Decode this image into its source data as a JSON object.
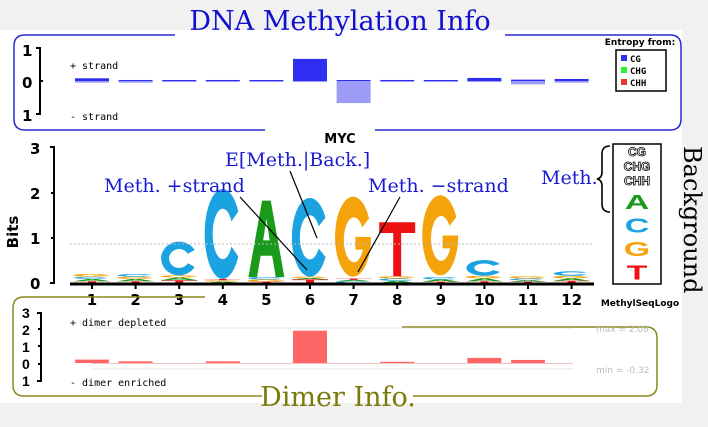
{
  "titles": {
    "methylation_box": "DNA Methylation Info",
    "dimer_box": "Dimer Info.",
    "logo_title": "MYC",
    "software": "MethylSeqLogo",
    "background": "Background",
    "meth_legend": "Meth."
  },
  "annotations": {
    "expectation": "E[Meth.|Back.]",
    "plus_strand": "Meth. +strand",
    "minus_strand": "Meth. −strand"
  },
  "methylation": {
    "plus_label": "+ strand",
    "minus_label": "- strand",
    "y_ticks": [
      "1",
      "0",
      "1"
    ],
    "plus_values": [
      0.08,
      0.03,
      0.0,
      0.03,
      0.0,
      0.65,
      0.0,
      0.03,
      0.0,
      0.09,
      0.04,
      0.06
    ],
    "minus_values": [
      0.05,
      0.05,
      0.02,
      0.0,
      0.02,
      0.0,
      0.65,
      0.0,
      0.02,
      0.0,
      0.1,
      0.05
    ],
    "plus_color": "#2e2ef0",
    "minus_color": "#9c9cf6",
    "legend_title": "Entropy from:",
    "legend": [
      {
        "label": "CG",
        "color": "#3030ee"
      },
      {
        "label": "CHG",
        "color": "#33ee33"
      },
      {
        "label": "CHH",
        "color": "#ee3333"
      }
    ]
  },
  "logo": {
    "ylabel": "Bits",
    "y_ticks": [
      "0",
      "1",
      "2",
      "3"
    ],
    "positions": [
      "1",
      "2",
      "3",
      "4",
      "5",
      "6",
      "7",
      "8",
      "9",
      "10",
      "11",
      "12"
    ],
    "colors": {
      "A": "#1a9a1a",
      "C": "#1aa3e0",
      "G": "#f5a30a",
      "T": "#ee1111"
    },
    "stacks": [
      [
        [
          "T",
          0.04
        ],
        [
          "A",
          0.05
        ],
        [
          "C",
          0.05
        ],
        [
          "G",
          0.06
        ]
      ],
      [
        [
          "T",
          0.04
        ],
        [
          "A",
          0.05
        ],
        [
          "G",
          0.05
        ],
        [
          "C",
          0.06
        ]
      ],
      [
        [
          "T",
          0.06
        ],
        [
          "A",
          0.06
        ],
        [
          "G",
          0.05
        ],
        [
          "C",
          0.75
        ]
      ],
      [
        [
          "A",
          0.03
        ],
        [
          "G",
          0.03
        ],
        [
          "T",
          0.03
        ],
        [
          "C",
          2.0
        ]
      ],
      [
        [
          "T",
          0.03
        ],
        [
          "G",
          0.05
        ],
        [
          "C",
          0.05
        ],
        [
          "A",
          1.7
        ]
      ],
      [
        [
          "T",
          0.08
        ],
        [
          "A",
          0.03
        ],
        [
          "G",
          0.03
        ],
        [
          "C",
          1.75
        ]
      ],
      [
        [
          "C",
          0.04
        ],
        [
          "A",
          0.03
        ],
        [
          "T",
          0.03
        ],
        [
          "G",
          1.78
        ]
      ],
      [
        [
          "A",
          0.05
        ],
        [
          "C",
          0.05
        ],
        [
          "G",
          0.05
        ],
        [
          "T",
          1.2
        ]
      ],
      [
        [
          "T",
          0.03
        ],
        [
          "A",
          0.05
        ],
        [
          "C",
          0.05
        ],
        [
          "G",
          1.78
        ]
      ],
      [
        [
          "T",
          0.04
        ],
        [
          "A",
          0.06
        ],
        [
          "G",
          0.06
        ],
        [
          "C",
          0.35
        ]
      ],
      [
        [
          "T",
          0.03
        ],
        [
          "A",
          0.03
        ],
        [
          "C",
          0.04
        ],
        [
          "G",
          0.05
        ]
      ],
      [
        [
          "T",
          0.05
        ],
        [
          "A",
          0.05
        ],
        [
          "G",
          0.06
        ],
        [
          "C",
          0.1
        ]
      ]
    ],
    "background_letters": [
      "CG",
      "CHG",
      "CHH",
      "A",
      "C",
      "G",
      "T"
    ]
  },
  "dimer": {
    "plus_label": "+ dimer depleted",
    "minus_label": "- dimer enriched",
    "y_ticks": [
      "3",
      "2",
      "1",
      "0",
      "1"
    ],
    "values": [
      0.2,
      0.1,
      0.0,
      0.1,
      0.0,
      1.9,
      0.0,
      0.07,
      0.0,
      0.3,
      0.18,
      0.0
    ],
    "max_label": "max = 2.08",
    "min_label": "min = -0.32",
    "max": 2.08,
    "min": -0.32,
    "color": "#ff6666"
  }
}
